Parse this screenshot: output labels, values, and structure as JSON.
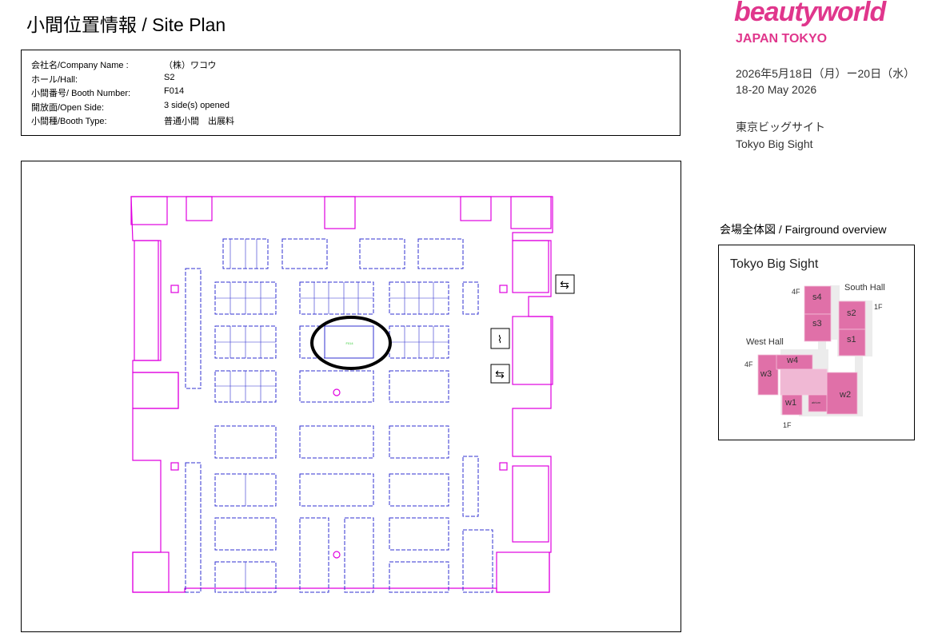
{
  "title": "小間位置情報 / Site Plan",
  "info": [
    {
      "label": "会社名/Company Name :",
      "value": "（株）ワコウ"
    },
    {
      "label": "ホール/Hall:",
      "value": "S2"
    },
    {
      "label": "小間番号/ Booth Number:",
      "value": "F014"
    },
    {
      "label": "開放面/Open Side:",
      "value": "3 side(s) opened"
    },
    {
      "label": "小間種/Booth Type:",
      "value": "普通小間　出展料"
    }
  ],
  "brand": {
    "logo": "beautyworld",
    "sub": "JAPAN TOKYO",
    "color": "#e0368c"
  },
  "dates": {
    "ja": "2026年5月18日（月）ー20日（水）",
    "en": "18-20 May 2026"
  },
  "venue": {
    "ja": "東京ビッグサイト",
    "en": "Tokyo Big Sight"
  },
  "overview": {
    "label": "会場全体図 / Fairground overview",
    "title": "Tokyo Big Sight",
    "south": "South Hall",
    "west": "West Hall",
    "floors": {
      "s4f": "4F",
      "s1f": "1F",
      "w4f": "4F",
      "w1f": "1F"
    },
    "halls": {
      "s1": "s1",
      "s2": "s2",
      "s3": "s3",
      "s4": "s4",
      "w1": "w1",
      "w2": "w2",
      "w3": "w3",
      "w4": "w4",
      "atrium": "atrium"
    }
  }
}
